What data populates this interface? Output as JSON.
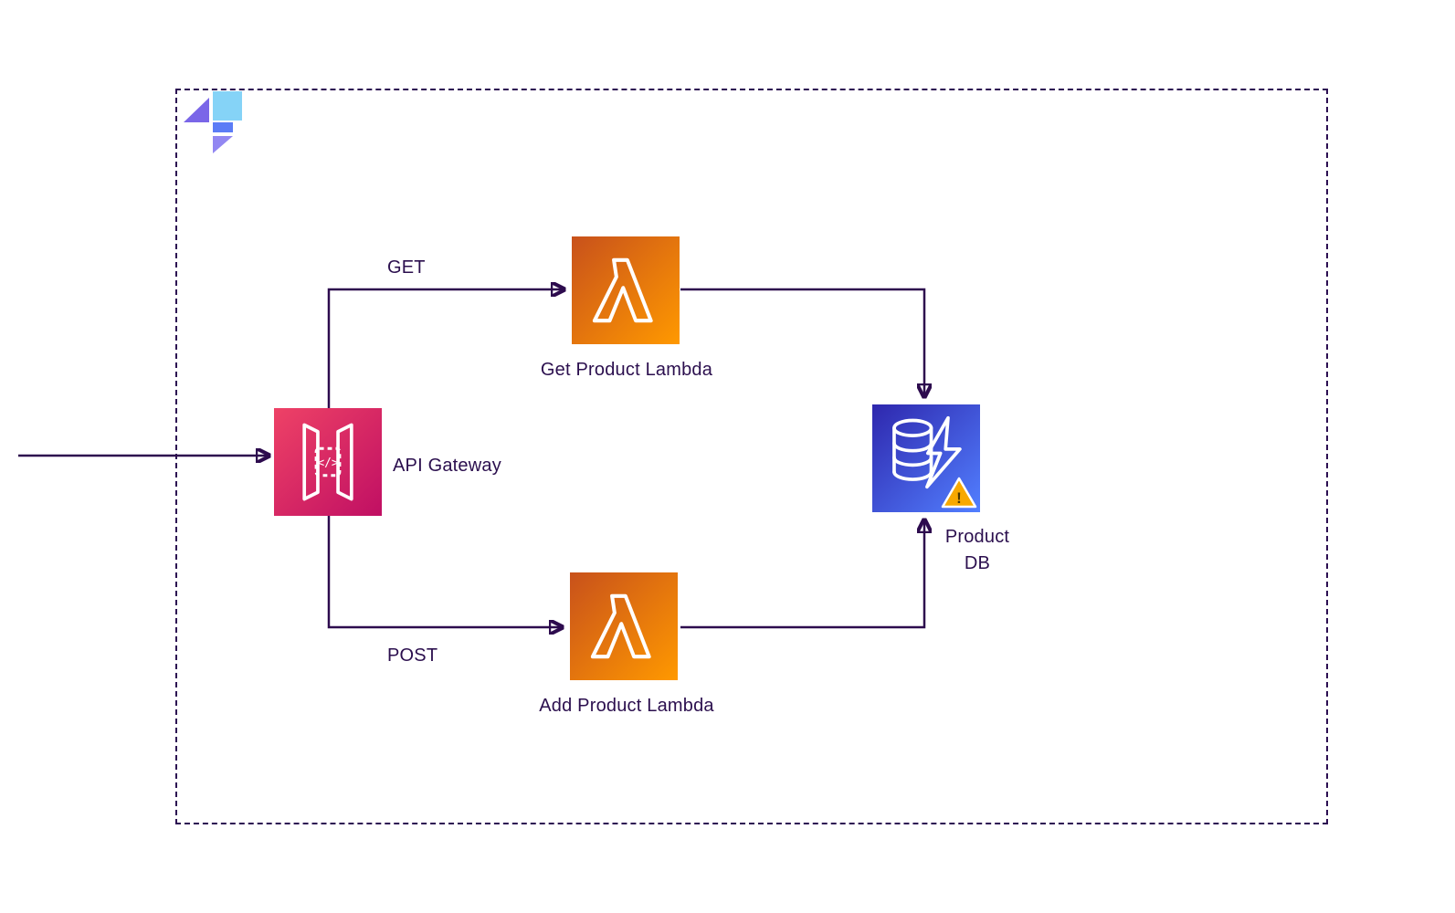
{
  "diagram": {
    "title": "",
    "frame": {
      "style": "dashed"
    },
    "nodes": {
      "api_gateway": {
        "label": "API Gateway"
      },
      "get_lambda": {
        "label": "Get Product Lambda"
      },
      "add_lambda": {
        "label": "Add Product Lambda"
      },
      "product_db": {
        "label": "Product DB",
        "has_warning_badge": true
      }
    },
    "edges": {
      "get": {
        "label": "GET",
        "from": "api_gateway",
        "to": "get_lambda"
      },
      "post": {
        "label": "POST",
        "from": "api_gateway",
        "to": "add_lambda"
      },
      "get_to_db": {
        "label": "",
        "from": "get_lambda",
        "to": "product_db"
      },
      "post_to_db": {
        "label": "",
        "from": "add_lambda",
        "to": "product_db"
      },
      "external_in": {
        "label": "",
        "from": "outside",
        "to": "api_gateway"
      }
    }
  },
  "icons": {
    "api_gateway_glyph": "</>",
    "warning_glyph": "!"
  },
  "colors": {
    "background": "#ffffff",
    "frame_border": "#2c0f52",
    "connector_line": "#2d0b4e",
    "text": "#2b0f4e",
    "api_gateway_gradient_start": "#ee4266",
    "api_gateway_gradient_end": "#c00f63",
    "lambda_gradient_start": "#c8511b",
    "lambda_gradient_end": "#ff9900",
    "db_gradient_start": "#2e27ad",
    "db_gradient_end": "#527fff",
    "warning_fill": "#f7a800",
    "logo_purple": "#7a66e8",
    "logo_light_purple": "#9287f2",
    "logo_light_blue": "#85d3f7",
    "logo_blue": "#5b7cf6"
  }
}
